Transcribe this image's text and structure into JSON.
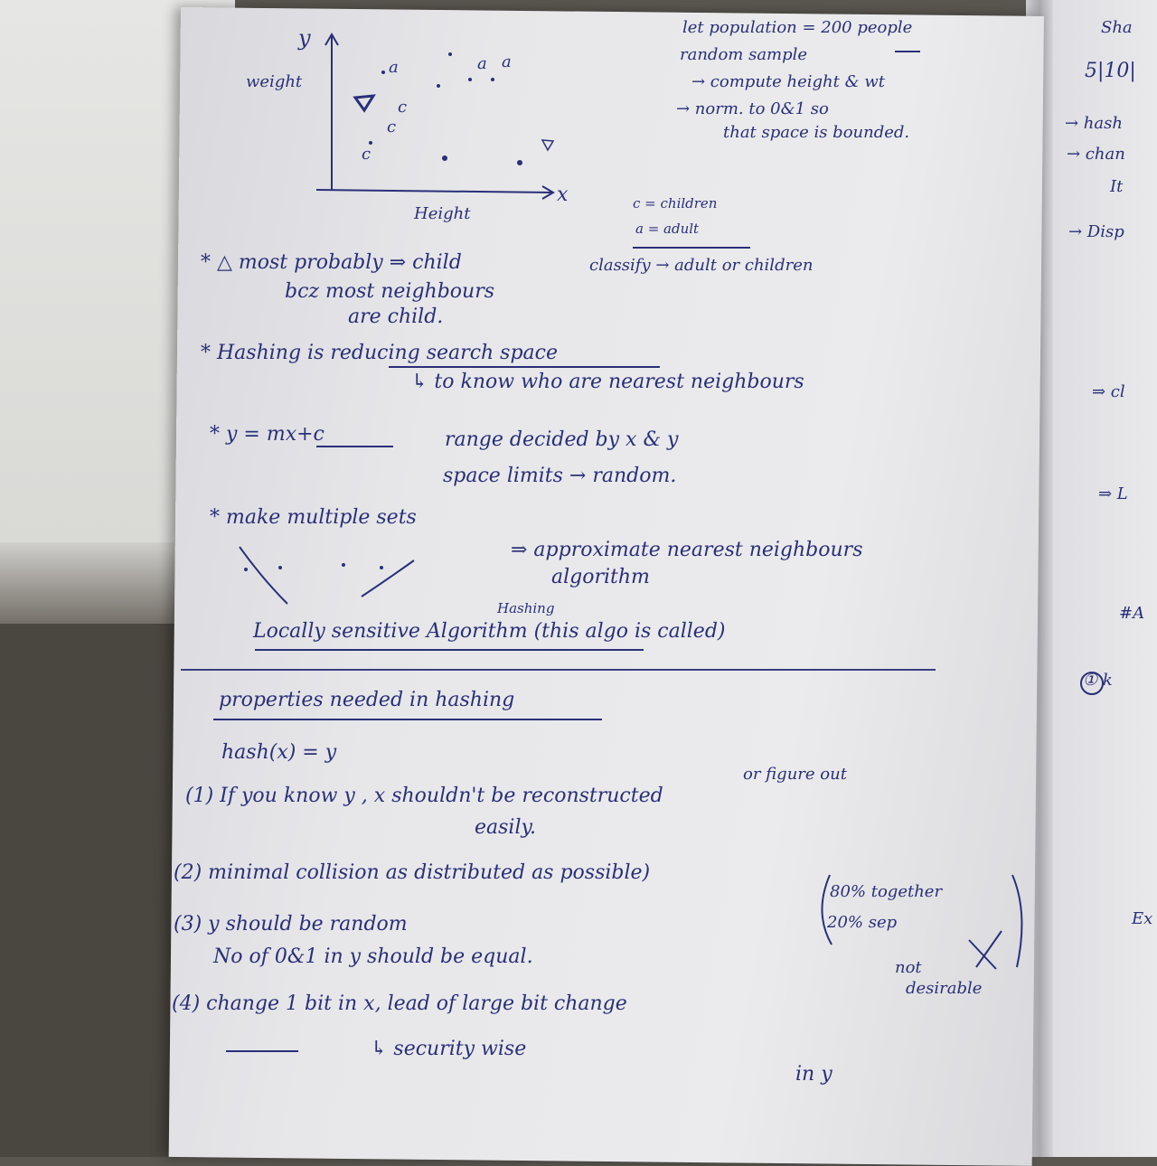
{
  "graph": {
    "y_axis": "y",
    "x_axis": "x",
    "y_label": "weight",
    "x_label": "Height",
    "pt_a1": "a",
    "pt_a2": "a",
    "pt_a3": "a",
    "pt_c1": "c",
    "pt_c2": "c",
    "pt_c3": "c"
  },
  "notes_top": {
    "l1": "let population = 200 people",
    "l2": "random sample",
    "l3": "→ compute height & wt",
    "l4": "→ norm. to 0&1 so",
    "l5": "that space is bounded.",
    "c_def": "c = children",
    "a_def": "a = adult",
    "classify": "classify → adult or children"
  },
  "notes": {
    "n1a": "* △ most probably ⇒ child",
    "n1b": "bcz most neighbours",
    "n1c": "are child.",
    "n2a": "* Hashing is reducing search space",
    "n2b": "↳ to know who are nearest neighbours",
    "n3a": "* y = mx+c",
    "n3b": "range decided by x & y",
    "n3c": "space limits → random.",
    "n4": "* make multiple sets",
    "n5a": "⇒ approximate nearest neighbours",
    "n5b": "algorithm",
    "n6": "Locally sensitive Algorithm (this algo is called)",
    "n6_hashing": "Hashing"
  },
  "properties": {
    "heading": "properties needed in hashing",
    "formula": "hash(x) = y",
    "p1a": "(1) If you know y , x shouldn't be reconstructed",
    "p1_above": "or figure out",
    "p1b": "easily.",
    "p2": "(2) minimal collision as distributed as possible)",
    "p2_n1": "80% together",
    "p2_n2": "20% sep",
    "p2_n3": "not",
    "p2_n4": "desirable",
    "p3a": "(3) y should be random",
    "p3b": "No of 0&1 in y should be equal.",
    "p4a": "(4) change 1 bit in x, lead of large bit change",
    "p4b": "↳ security wise",
    "p4c": "in y"
  },
  "right_page": {
    "r1": "Sha",
    "r2": "5|10|",
    "r3": "→ hash",
    "r4": "→ chan",
    "r5": "It",
    "r6": "→ Disp",
    "r7": "⇒ cl",
    "r8": "⇒ L",
    "r9": "#A",
    "r10": "① k",
    "r11": "Ex"
  }
}
